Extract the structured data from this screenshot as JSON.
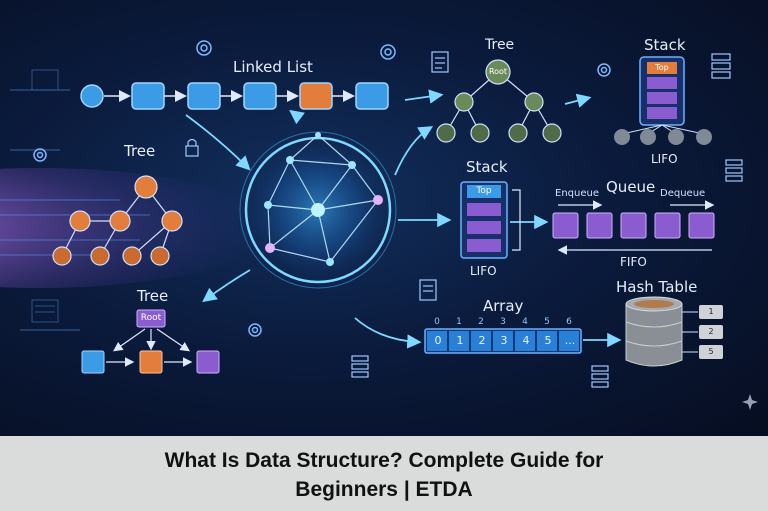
{
  "labels": {
    "linked_list": "Linked List",
    "tree_top": "Tree",
    "stack_top": "Stack",
    "tree_left": "Tree",
    "stack_mid": "Stack",
    "queue": "Queue",
    "enqueue": "Enqueue",
    "dequeue": "Dequeue",
    "lifo_top": "LIFO",
    "lifo_mid": "LIFO",
    "fifo": "FIFO",
    "tree_bottom": "Tree",
    "array": "Array",
    "hash_table": "Hash Table",
    "root_top": "Root",
    "root_bottom": "Root",
    "top_top": "Top",
    "top_mid": "Top"
  },
  "array": {
    "indices": [
      "0",
      "1",
      "2",
      "3",
      "4",
      "5",
      "6"
    ],
    "values": [
      "0",
      "1",
      "2",
      "3",
      "4",
      "5",
      "..."
    ]
  },
  "hash_keys": [
    "1",
    "2",
    "5"
  ],
  "title": {
    "line1": "What Is Data Structure? Complete Guide for",
    "line2": "Beginners | ETDA"
  },
  "colors": {
    "node_blue": "#3b9be6",
    "node_orange": "#e27d3c",
    "node_purple": "#8a5ccf",
    "tree_green": "#6b8a5a",
    "glow": "#7fd8ff",
    "footer_bg": "#dadcdc"
  },
  "icons": [
    "gear-icon",
    "document-icon",
    "server-icon",
    "lock-icon",
    "sparkle-icon"
  ]
}
